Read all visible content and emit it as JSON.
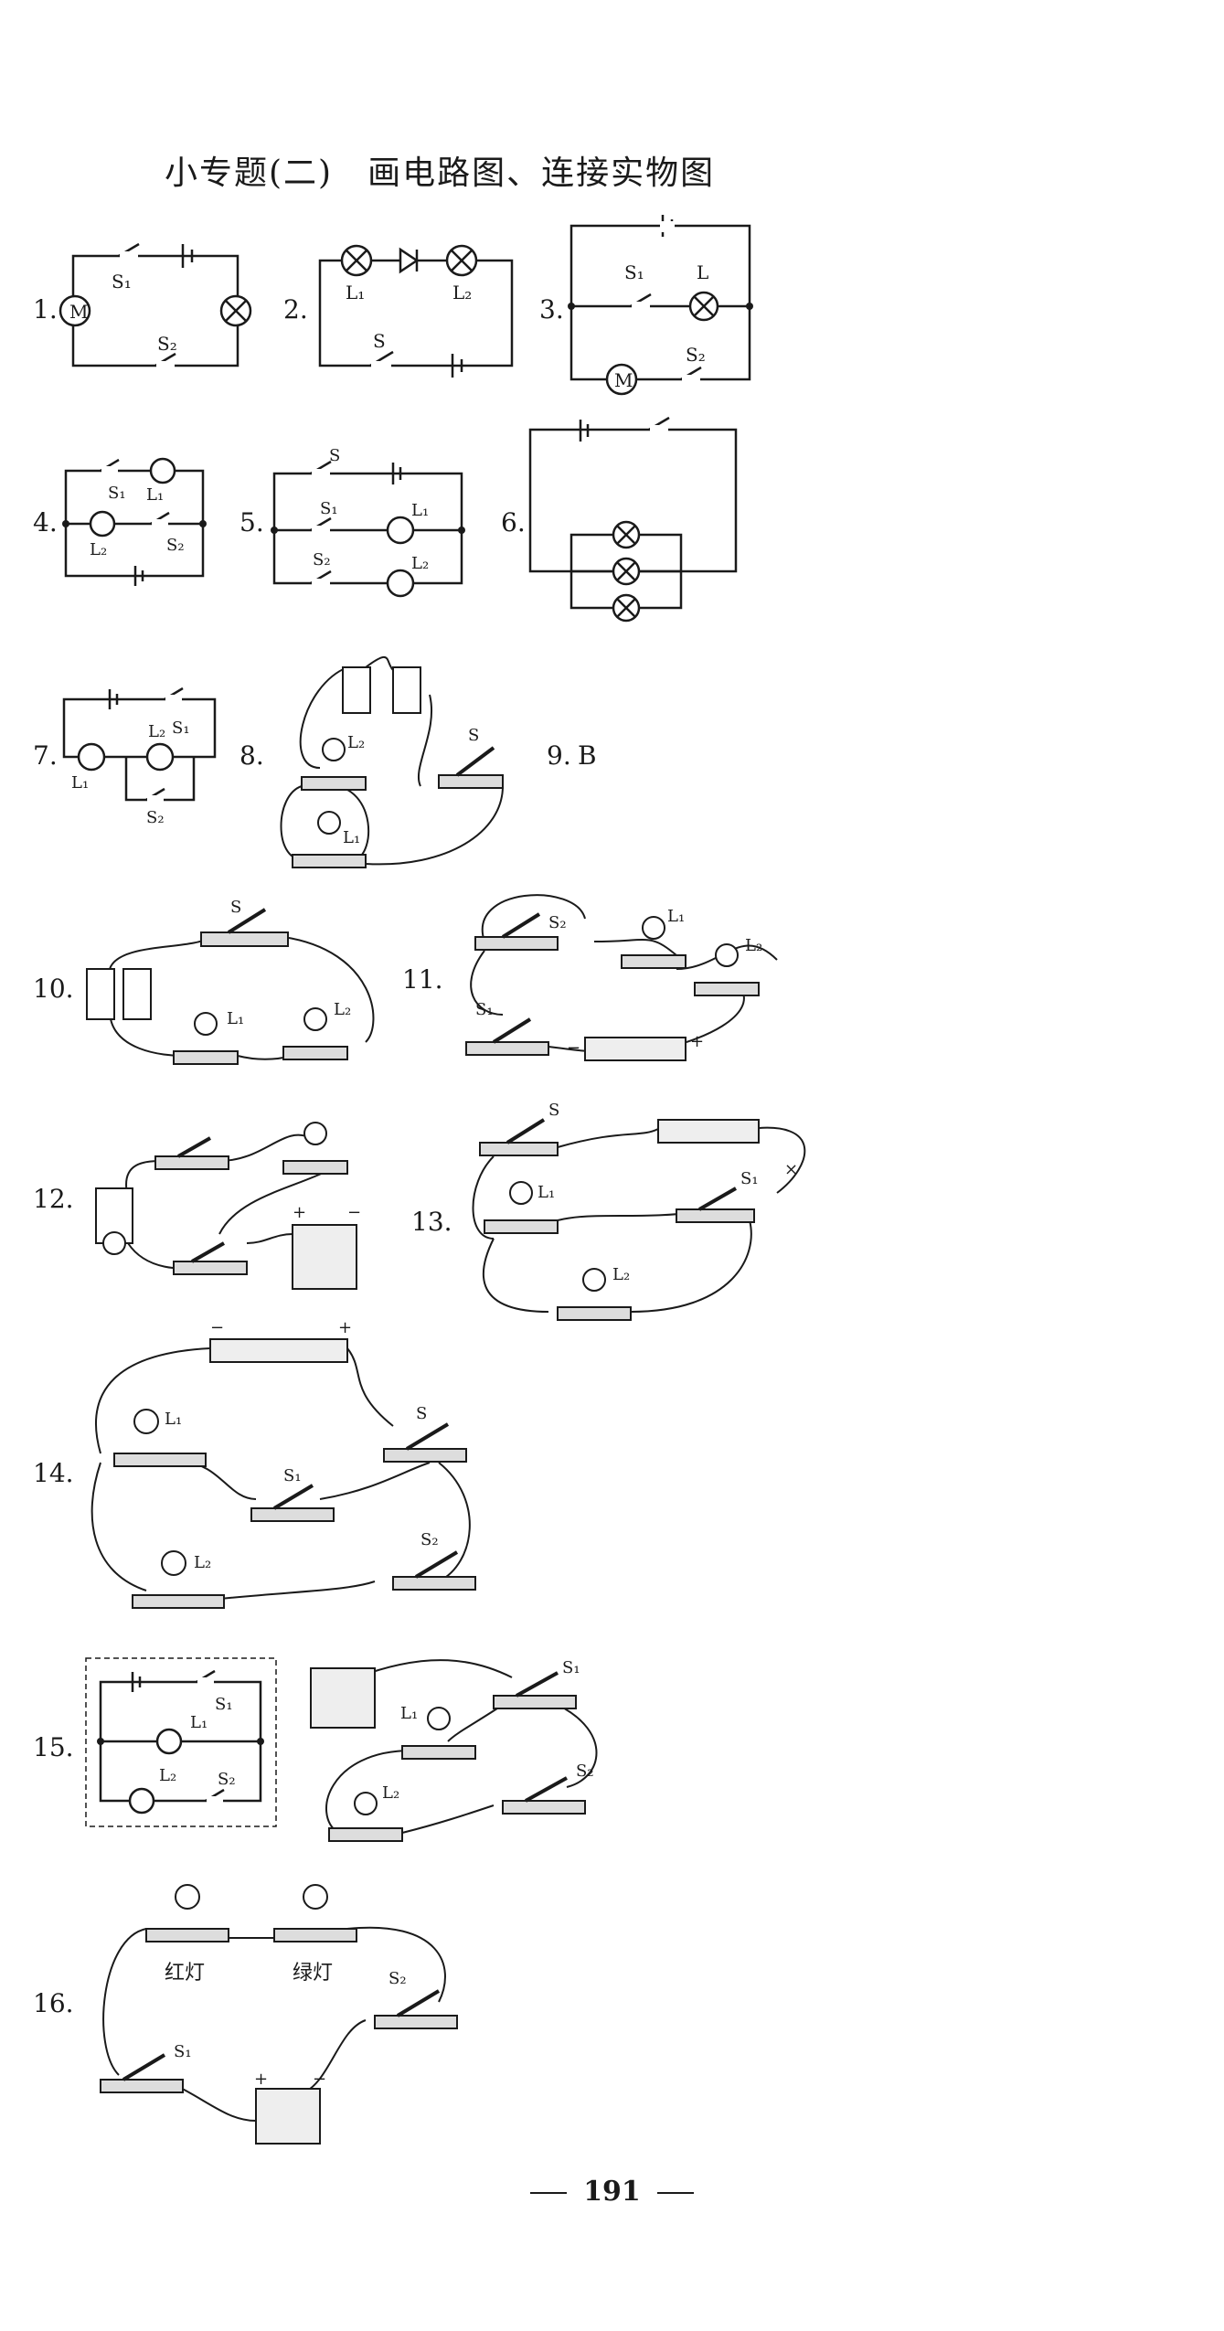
{
  "page": {
    "title": "小专题(二)　画电路图、连接实物图",
    "page_number": "191"
  },
  "items": [
    {
      "num": "1.",
      "labels": [
        "S₁",
        "S₂",
        "M"
      ]
    },
    {
      "num": "2.",
      "labels": [
        "L₁",
        "L₂",
        "S"
      ]
    },
    {
      "num": "3.",
      "labels": [
        "S₁",
        "L",
        "S₂",
        "M"
      ]
    },
    {
      "num": "4.",
      "labels": [
        "S₁",
        "L₁",
        "L₂",
        "S₂"
      ]
    },
    {
      "num": "5.",
      "labels": [
        "S",
        "S₁",
        "L₁",
        "S₂",
        "L₂"
      ]
    },
    {
      "num": "6.",
      "labels": []
    },
    {
      "num": "7.",
      "labels": [
        "S₁",
        "L₂",
        "L₁",
        "S₂"
      ]
    },
    {
      "num": "8.",
      "labels": [
        "L₂",
        "S",
        "L₁"
      ]
    },
    {
      "num": "9.",
      "answer": "B"
    },
    {
      "num": "10.",
      "labels": [
        "S",
        "L₁",
        "L₂"
      ]
    },
    {
      "num": "11.",
      "labels": [
        "S₂",
        "L₁",
        "L₂",
        "S₁",
        "−",
        "+"
      ]
    },
    {
      "num": "12.",
      "labels": [
        "+",
        "−"
      ]
    },
    {
      "num": "13.",
      "labels": [
        "S",
        "L₁",
        "L₂",
        "S₁",
        "×"
      ]
    },
    {
      "num": "14.",
      "labels": [
        "−",
        "+",
        "L₁",
        "S",
        "S₁",
        "S₂",
        "L₂"
      ]
    },
    {
      "num": "15.",
      "labels": [
        "S₁",
        "L₁",
        "L₂",
        "S₂",
        "S₁",
        "L₁",
        "L₂",
        "S₂"
      ]
    },
    {
      "num": "16.",
      "labels": [
        "红灯",
        "绿灯",
        "S₂",
        "S₁",
        "+",
        "−"
      ]
    }
  ]
}
